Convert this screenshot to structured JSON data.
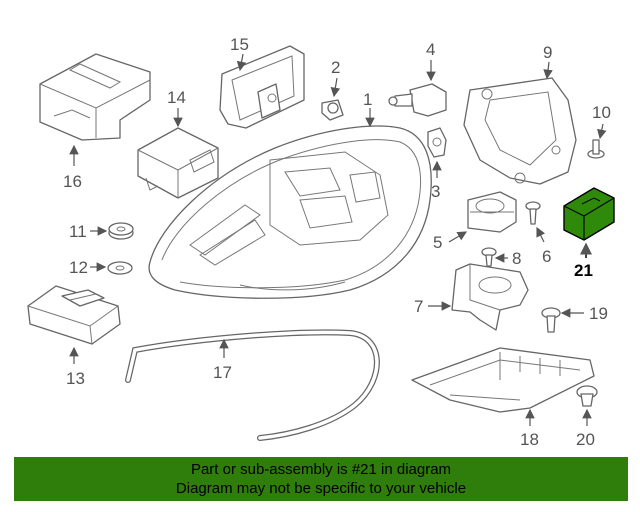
{
  "callouts": {
    "c1": "1",
    "c2": "2",
    "c3": "3",
    "c4": "4",
    "c5": "5",
    "c6": "6",
    "c7": "7",
    "c8": "8",
    "c9": "9",
    "c10": "10",
    "c11": "11",
    "c12": "12",
    "c13": "13",
    "c14": "14",
    "c15": "15",
    "c16": "16",
    "c17": "17",
    "c18": "18",
    "c19": "19",
    "c20": "20",
    "c21": "21"
  },
  "highlight": {
    "part": "21",
    "color": "#2f8a0c"
  },
  "banner": {
    "line1": "Part or sub-assembly is #21 in diagram",
    "line2": "Diagram may not be specific to your vehicle",
    "background": "#2f7d0b"
  }
}
